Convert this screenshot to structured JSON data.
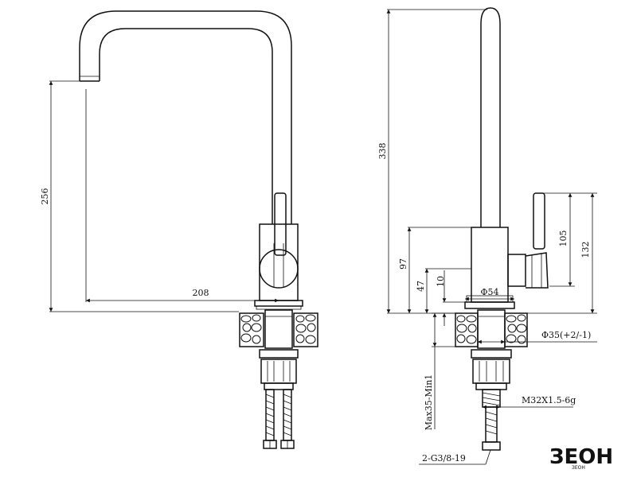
{
  "dimensions": {
    "spout_height": "256",
    "spout_reach": "208",
    "total_height": "338",
    "handle_height": "132",
    "handle_offset": "105",
    "body_height": "97",
    "base_height": "47",
    "base_step": "10",
    "base_diameter": "Φ54",
    "hole_diameter": "Φ35(+2/-1)",
    "thread": "M32X1.5-6g",
    "counter_thickness": "Max35-Min1",
    "hose": "2-G3/8-19"
  },
  "logo": {
    "brand": "ЗЕОН",
    "sub": "ЗЕОН"
  }
}
